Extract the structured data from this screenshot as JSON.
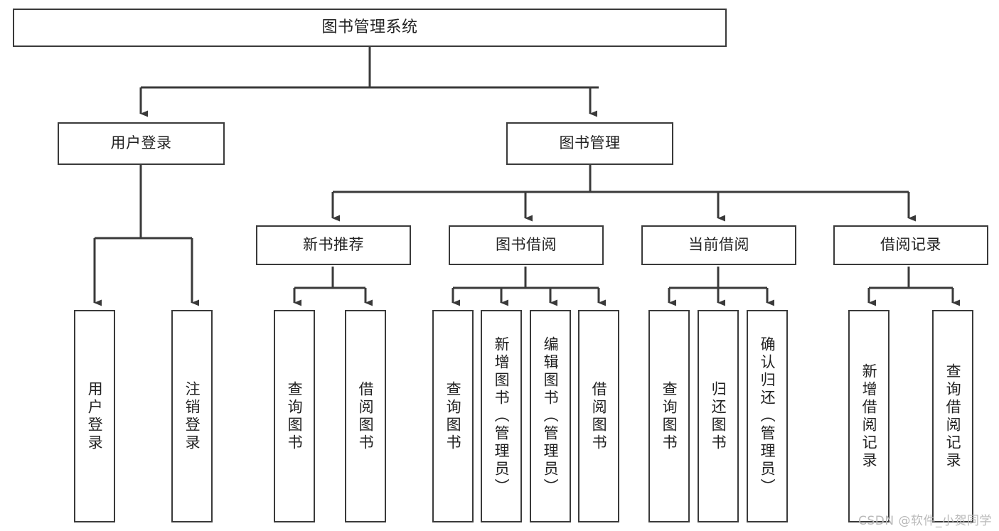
{
  "diagram": {
    "title": "图书管理系统",
    "watermark": "CSDN @软件_小贺同学",
    "colors": {
      "background": "#ffffff",
      "node_border": "#3a3a3a",
      "node_fill": "#ffffff",
      "edge": "#3a3a3a",
      "text": "#222222",
      "watermark": "#b9b9b9"
    },
    "root": {
      "label": "图书管理系统"
    },
    "level2": [
      {
        "label": "用户登录"
      },
      {
        "label": "图书管理"
      }
    ],
    "level3": [
      {
        "label": "新书推荐"
      },
      {
        "label": "图书借阅"
      },
      {
        "label": "当前借阅"
      },
      {
        "label": "借阅记录"
      }
    ],
    "leaves": {
      "user_login": [
        {
          "label": "用户登录"
        },
        {
          "label": "注销登录"
        }
      ],
      "new_book_recommend": [
        {
          "label": "查询图书"
        },
        {
          "label": "借阅图书"
        }
      ],
      "book_borrow": [
        {
          "label": "查询图书"
        },
        {
          "label": "新增图书（管理员）"
        },
        {
          "label": "编辑图书（管理员）"
        },
        {
          "label": "借阅图书"
        }
      ],
      "current_borrow": [
        {
          "label": "查询图书"
        },
        {
          "label": "归还图书"
        },
        {
          "label": "确认归还（管理员）"
        }
      ],
      "borrow_record": [
        {
          "label": "新增借阅记录"
        },
        {
          "label": "查询借阅记录"
        }
      ]
    }
  }
}
